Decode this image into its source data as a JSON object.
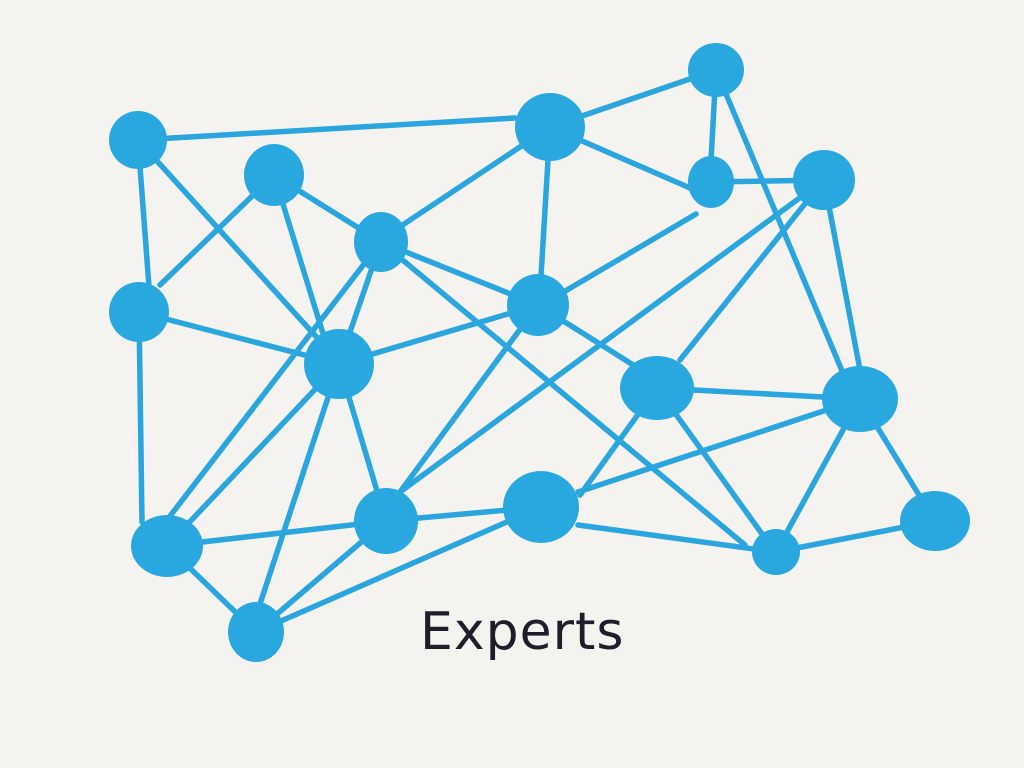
{
  "caption": "Experts",
  "colors": {
    "node": "#29a8e0",
    "edge": "#2ba5dd",
    "background": "#f4f3f0",
    "caption": "#1f1d2a"
  },
  "network": {
    "nodes": [
      {
        "id": "n1"
      },
      {
        "id": "n2"
      },
      {
        "id": "n3"
      },
      {
        "id": "n4"
      },
      {
        "id": "n5"
      },
      {
        "id": "n6"
      },
      {
        "id": "n7"
      },
      {
        "id": "n8"
      },
      {
        "id": "n9"
      },
      {
        "id": "n10"
      },
      {
        "id": "n11"
      },
      {
        "id": "n12"
      },
      {
        "id": "n13"
      },
      {
        "id": "n14"
      },
      {
        "id": "n15"
      },
      {
        "id": "n16"
      },
      {
        "id": "n17"
      },
      {
        "id": "n18"
      },
      {
        "id": "n19"
      }
    ],
    "edges": [
      [
        "n1",
        "n6"
      ],
      [
        "n1",
        "n3"
      ],
      [
        "n1",
        "n10"
      ],
      [
        "n2",
        "n3"
      ],
      [
        "n2",
        "n10"
      ],
      [
        "n2",
        "n4"
      ],
      [
        "n3",
        "n9"
      ],
      [
        "n3",
        "n12"
      ],
      [
        "n4",
        "n6"
      ],
      [
        "n4",
        "n5"
      ],
      [
        "n4",
        "n8"
      ],
      [
        "n4",
        "n15"
      ],
      [
        "n4",
        "n19"
      ],
      [
        "n5",
        "n9"
      ],
      [
        "n5",
        "n14"
      ],
      [
        "n5",
        "n15"
      ],
      [
        "n5",
        "n16"
      ],
      [
        "n6",
        "n9"
      ],
      [
        "n6",
        "n7"
      ],
      [
        "n6",
        "n10"
      ],
      [
        "n7",
        "n11"
      ],
      [
        "n7",
        "n8"
      ],
      [
        "n8",
        "n9"
      ],
      [
        "n8",
        "n11"
      ],
      [
        "n9",
        "n10"
      ],
      [
        "n9",
        "n14"
      ],
      [
        "n9",
        "n11"
      ],
      [
        "n10",
        "n11"
      ],
      [
        "n10",
        "n13"
      ],
      [
        "n10",
        "n18"
      ],
      [
        "n11",
        "n13"
      ],
      [
        "n11",
        "n17"
      ],
      [
        "n12",
        "n13"
      ],
      [
        "n12",
        "n15"
      ],
      [
        "n12",
        "n16"
      ],
      [
        "n13",
        "n14"
      ],
      [
        "n13",
        "n17"
      ],
      [
        "n13",
        "n18"
      ],
      [
        "n14",
        "n15"
      ],
      [
        "n14",
        "n16"
      ],
      [
        "n15",
        "n16"
      ],
      [
        "n15",
        "n17"
      ],
      [
        "n15",
        "n19"
      ],
      [
        "n16",
        "n17"
      ],
      [
        "n16",
        "n18"
      ],
      [
        "n16",
        "n19"
      ],
      [
        "n18",
        "n19"
      ]
    ]
  }
}
